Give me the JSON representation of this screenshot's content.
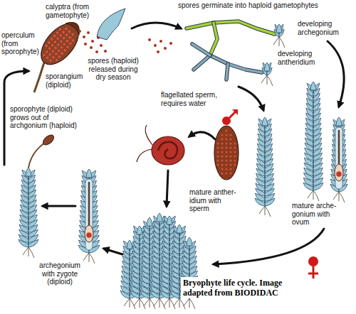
{
  "diagram": {
    "caption": "Bryophyte life cycle. Image adapted from BIODIDAC",
    "labels": [
      "calyptra (from gametophyte)",
      "spores germinate into haploid gametophytes",
      "operculum (from sporophyte)",
      "developing archegonium",
      "spores (haploid) released during dry season",
      "developing antheridium",
      "sporangium (diploid)",
      "flagellated sperm, requires water",
      "sporophyte (diploid) grows out of archgonium (haploid)",
      "mature anther- idium with sperm",
      "mature arche- gonium with ovum",
      "archegonium with zygote (diploid)"
    ]
  }
}
